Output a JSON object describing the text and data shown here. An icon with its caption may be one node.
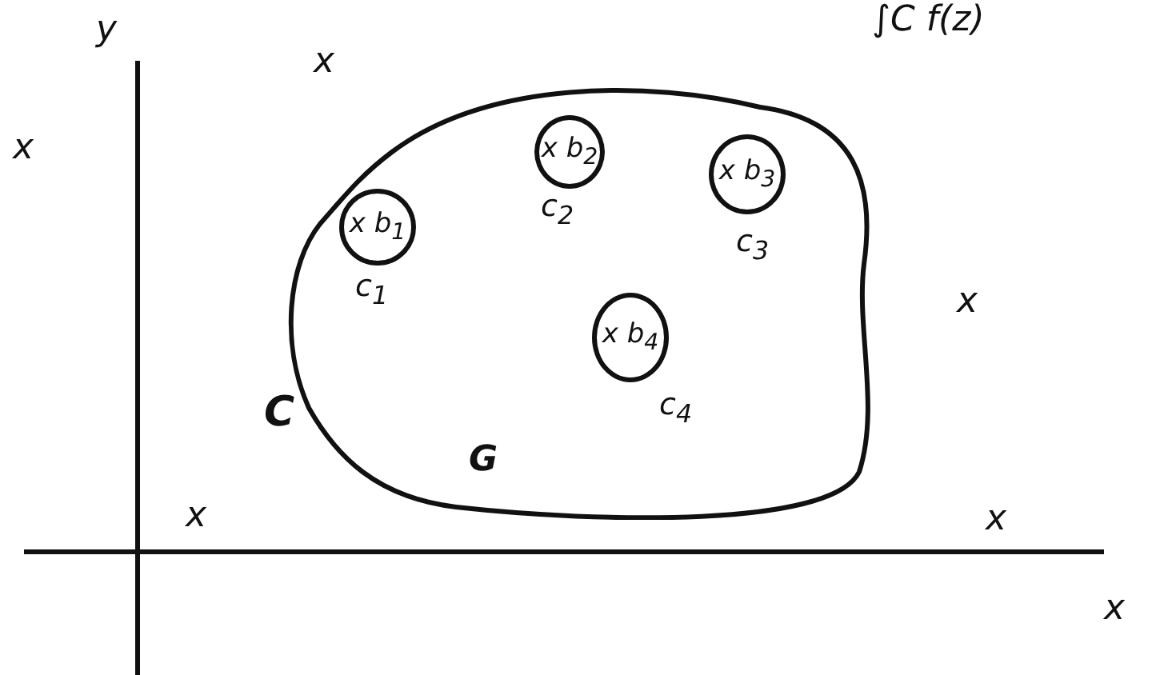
{
  "diagram": {
    "nodes": [
      {
        "text": [
          "G"
        ],
        "beside": [
          "C"
        ]
      },
      {
        "text": [
          "x b$_{1}$"
        ],
        "beside": [
          "c$_{1}$"
        ],
        "in": 0
      },
      {
        "text": [
          "x b$_{2}$"
        ],
        "beside": [
          "c$_{2}$"
        ],
        "in": 0
      },
      {
        "text": [
          "x b$_{3}$"
        ],
        "beside": [
          "c$_{3}$"
        ],
        "in": 0
      },
      {
        "text": [
          "x b$_{4}$"
        ],
        "beside": [
          "c$_{4}$"
        ],
        "in": 0
      }
    ],
    "edges": [],
    "labels": [
      "∫C f(z)",
      "y",
      "x",
      "x",
      "x",
      "x",
      "x",
      "x"
    ]
  }
}
